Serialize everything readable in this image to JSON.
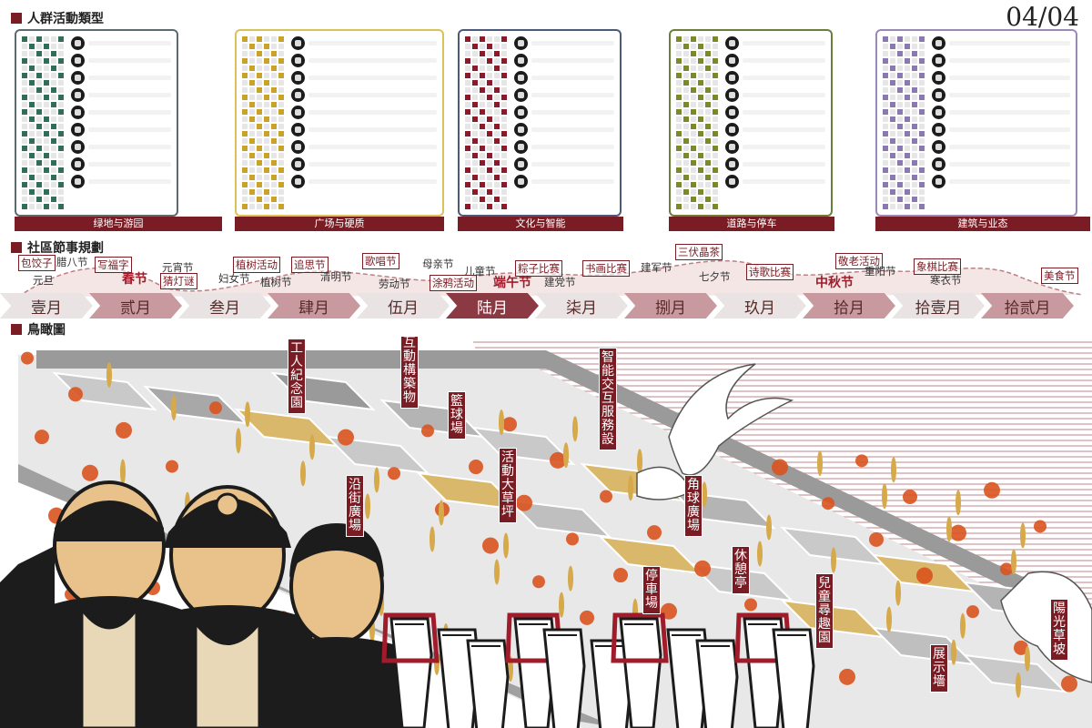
{
  "header": {
    "section1_title": "人群活動類型",
    "page_number": "04/04"
  },
  "cards": [
    {
      "label": "绿地与游园",
      "border_color": "#5c6b6f",
      "dot_color": "#2f6f5a",
      "rows": 9
    },
    {
      "label": "广场与硬质",
      "border_color": "#d9c25a",
      "dot_color": "#c9a227",
      "rows": 9
    },
    {
      "label": "文化与智能",
      "border_color": "#4a5a78",
      "dot_color": "#8b1a2a",
      "rows": 9
    },
    {
      "label": "道路与停车",
      "border_color": "#6b7f3a",
      "dot_color": "#7a8a2a",
      "rows": 9
    },
    {
      "label": "建筑与业态",
      "border_color": "#9a8ab8",
      "dot_color": "#8a78b0",
      "rows": 9
    }
  ],
  "calendar": {
    "section_title": "社區節事規劃",
    "months": [
      "壹月",
      "贰月",
      "叁月",
      "肆月",
      "伍月",
      "陆月",
      "柒月",
      "捌月",
      "玖月",
      "拾月",
      "拾壹月",
      "拾贰月"
    ],
    "festivals": [
      {
        "text": "包饺子",
        "style": "red"
      },
      {
        "text": "腊八节",
        "style": "plain"
      },
      {
        "text": "写福字",
        "style": "red"
      },
      {
        "text": "元旦",
        "style": "plain"
      },
      {
        "text": "春节",
        "style": "big"
      },
      {
        "text": "元宵节",
        "style": "plain"
      },
      {
        "text": "猜灯谜",
        "style": "red"
      },
      {
        "text": "妇女节",
        "style": "plain"
      },
      {
        "text": "植树活动",
        "style": "red"
      },
      {
        "text": "植树节",
        "style": "plain"
      },
      {
        "text": "追思节",
        "style": "red"
      },
      {
        "text": "清明节",
        "style": "plain"
      },
      {
        "text": "歌唱节",
        "style": "red"
      },
      {
        "text": "劳动节",
        "style": "plain"
      },
      {
        "text": "母亲节",
        "style": "plain"
      },
      {
        "text": "涂鸦活动",
        "style": "red"
      },
      {
        "text": "儿童节",
        "style": "plain"
      },
      {
        "text": "端午节",
        "style": "big"
      },
      {
        "text": "粽子比赛",
        "style": "red"
      },
      {
        "text": "建党节",
        "style": "plain"
      },
      {
        "text": "书画比赛",
        "style": "red"
      },
      {
        "text": "建军节",
        "style": "plain"
      },
      {
        "text": "三伏晶茶",
        "style": "red"
      },
      {
        "text": "七夕节",
        "style": "plain"
      },
      {
        "text": "诗歌比赛",
        "style": "red"
      },
      {
        "text": "中秋节",
        "style": "big"
      },
      {
        "text": "敬老活动",
        "style": "red"
      },
      {
        "text": "重阳节",
        "style": "plain"
      },
      {
        "text": "象棋比赛",
        "style": "red"
      },
      {
        "text": "寒衣节",
        "style": "plain"
      },
      {
        "text": "美食节",
        "style": "red"
      }
    ]
  },
  "aerial": {
    "section_title": "鳥瞰圖",
    "tags": [
      "工人紀念園",
      "互動構築物",
      "籃球場",
      "智能交互服務設",
      "沿街廣場",
      "活動大草坪",
      "角球廣場",
      "休憩亭",
      "停車場",
      "兒童尋趣園",
      "展示墻",
      "陽光草坡"
    ]
  },
  "colors": {
    "accent": "#7a1c24",
    "month_light": "#e9e3e3",
    "month_dark": "#b8737a",
    "tree_orange": "#d9531e",
    "tree_gold": "#d6a94a"
  }
}
